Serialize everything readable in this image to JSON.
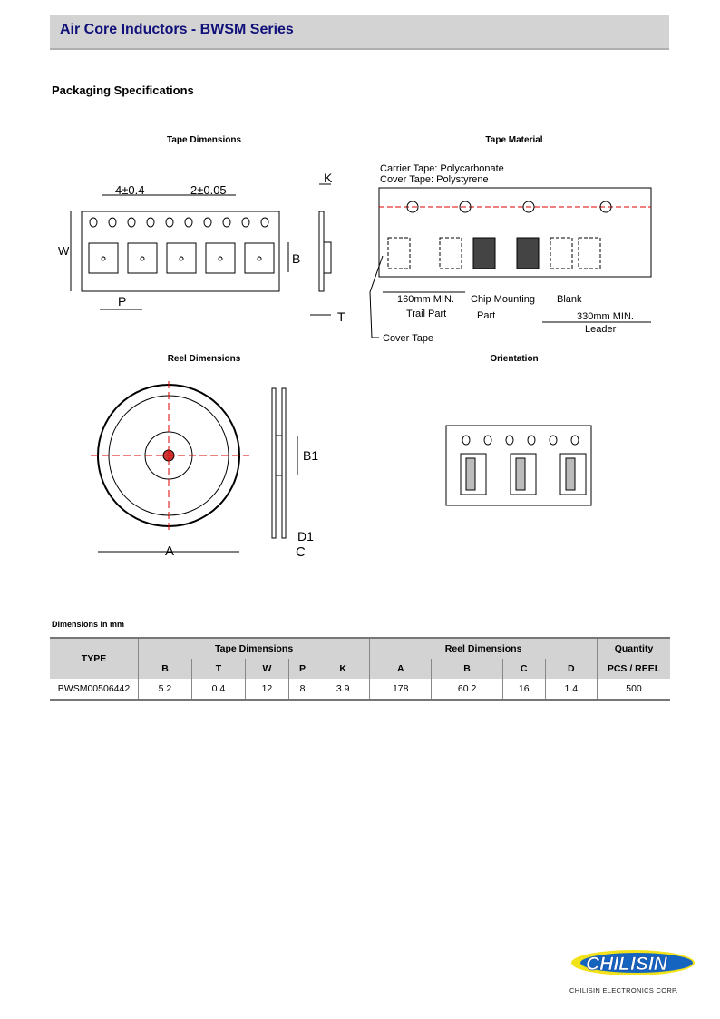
{
  "header": {
    "title": "Air Core Inductors - BWSM Series"
  },
  "section_title": "Packaging Specifications",
  "figures": {
    "tape_dimensions": {
      "caption": "Tape Dimensions",
      "labels": {
        "pitch_hole": "4±0.4",
        "pitch_small": "2±0.05",
        "w": "W",
        "b": "B",
        "p": "P",
        "k": "K",
        "t": "T"
      }
    },
    "tape_material": {
      "caption": "Tape Material",
      "labels": {
        "carrier": "Carrier Tape: Polycarbonate",
        "cover": "Cover Tape: Polystyrene",
        "trail_min": "160mm MIN.",
        "trail": "Trail Part",
        "chip_mount": "Chip Mounting",
        "part": "Part",
        "blank": "Blank",
        "leader_min": "330mm MIN.",
        "leader": "Leader",
        "cover_tape": "Cover Tape"
      }
    },
    "reel_dimensions": {
      "caption": "Reel Dimensions",
      "labels": {
        "a": "A",
        "b1": "B1",
        "c": "C",
        "d1": "D1"
      }
    },
    "orientation": {
      "caption": "Orientation"
    }
  },
  "table": {
    "caption": "Dimensions in mm",
    "group_headers": {
      "type": "TYPE",
      "tape": "Tape Dimensions",
      "reel": "Reel Dimensions",
      "qty": "Quantity"
    },
    "columns": [
      "B",
      "T",
      "W",
      "P",
      "K",
      "A",
      "B",
      "C",
      "D",
      "PCS / REEL"
    ],
    "rows": [
      {
        "type": "BWSM00506442",
        "values": [
          "5.2",
          "0.4",
          "12",
          "8",
          "3.9",
          "178",
          "60.2",
          "16",
          "1.4",
          "500"
        ]
      }
    ]
  },
  "logo": {
    "brand": "CHILISIN",
    "company": "CHILISIN ELECTRONICS CORP."
  }
}
